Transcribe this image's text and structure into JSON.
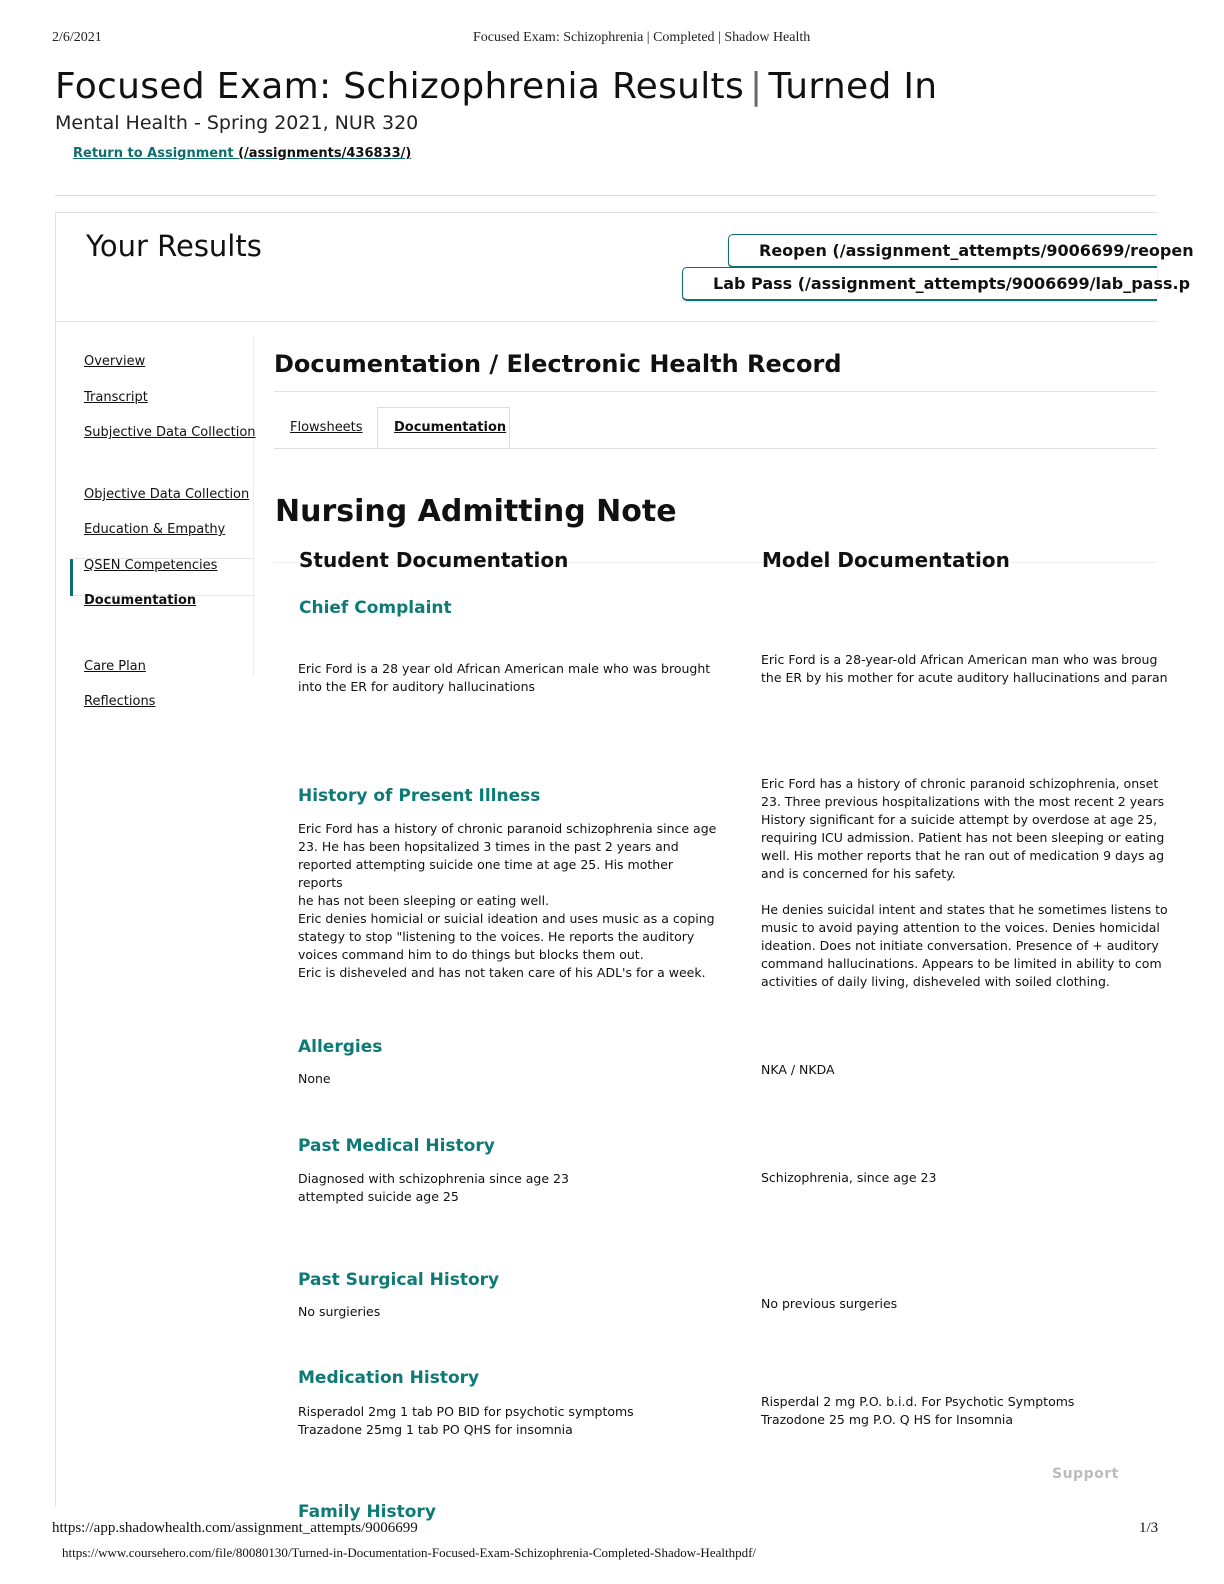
{
  "print_header": {
    "date": "2/6/2021",
    "title": "Focused Exam: Schizophrenia | Completed | Shadow Health"
  },
  "page": {
    "title_main": "Focused Exam: Schizophrenia Results",
    "title_sep": "|",
    "title_status": "Turned In",
    "course": "Mental Health - Spring 2021, NUR 320",
    "return_label": "Return to Assignment",
    "return_path": "(/assignments/436833/)"
  },
  "results": {
    "heading": "Your Results",
    "reopen_label": "Reopen (/assignment_attempts/9006699/reopen",
    "labpass_label": "Lab Pass (/assignment_attempts/9006699/lab_pass.p"
  },
  "sidebar": {
    "items": [
      {
        "label": "Overview"
      },
      {
        "label": "Transcript"
      },
      {
        "label": "Subjective Data Collection"
      },
      {
        "label": "Objective Data Collection"
      },
      {
        "label": "Education & Empathy"
      },
      {
        "label": "QSEN Competencies"
      },
      {
        "label": "Documentation"
      },
      {
        "label": "Care Plan"
      },
      {
        "label": "Reflections"
      }
    ]
  },
  "documentation": {
    "heading": "Documentation / Electronic Health Record",
    "tabs": [
      "Flowsheets",
      "Documentation"
    ],
    "note_title": "Nursing Admitting Note",
    "student_heading": "Student Documentation",
    "model_heading": "Model Documentation",
    "sections": [
      {
        "title": "Chief Complaint",
        "student": "Eric Ford is a 28 year old African American male who was brought\ninto the ER for auditory hallucinations",
        "model": "Eric Ford is a 28-year-old African American man who was broug\nthe ER by his mother for acute auditory hallucinations and paran"
      },
      {
        "title": "History of Present Illness",
        "student": "Eric Ford has a history of chronic paranoid schizophrenia since age\n23. He has been hopsitalized 3 times in the past 2 years and\nreported attempting suicide one time at age 25. His mother reports\nhe has not been sleeping or eating well.\nEric denies homicial or suicial ideation and uses music as a coping\nstategy to stop \"listening to the voices. He reports the auditory\nvoices command him to do things but blocks them out.\nEric is disheveled and has not taken care of his ADL's for a week.",
        "model": "Eric Ford has a history of chronic paranoid schizophrenia, onset\n23. Three previous hospitalizations with the most recent 2 years\nHistory significant for a suicide attempt by overdose at age 25,\nrequiring ICU admission. Patient has not been sleeping or eating\nwell. His mother reports that he ran out of medication 9 days ag\nand is concerned for his safety.\n\nHe denies suicidal intent and states that he sometimes listens to\nmusic to avoid paying attention to the voices. Denies homicidal\nideation. Does not initiate conversation. Presence of + auditory\ncommand hallucinations. Appears to be limited in ability to com\nactivities of daily living, disheveled with soiled clothing."
      },
      {
        "title": "Allergies",
        "student": "None",
        "model": "NKA / NKDA"
      },
      {
        "title": "Past Medical History",
        "student": "Diagnosed with schizophrenia since age 23\nattempted suicide age 25",
        "model": "Schizophrenia, since age 23"
      },
      {
        "title": "Past Surgical History",
        "student": "No surgieries",
        "model": "No previous surgeries"
      },
      {
        "title": "Medication History",
        "student": "Risperadol 2mg 1 tab PO BID for psychotic symptoms\nTrazadone 25mg 1 tab PO QHS for insomnia",
        "model": "Risperdal 2 mg P.O. b.i.d. For Psychotic Symptoms\nTrazodone 25 mg P.O. Q HS for Insomnia"
      },
      {
        "title": "Family History",
        "student": "",
        "model": ""
      }
    ]
  },
  "support_label": "Support",
  "footer": {
    "url": "https://app.shadowhealth.com/assignment_attempts/9006699",
    "page": "1/3",
    "source": "https://www.coursehero.com/file/80080130/Turned-in-Documentation-Focused-Exam-Schizophrenia-Completed-Shadow-Healthpdf/"
  }
}
